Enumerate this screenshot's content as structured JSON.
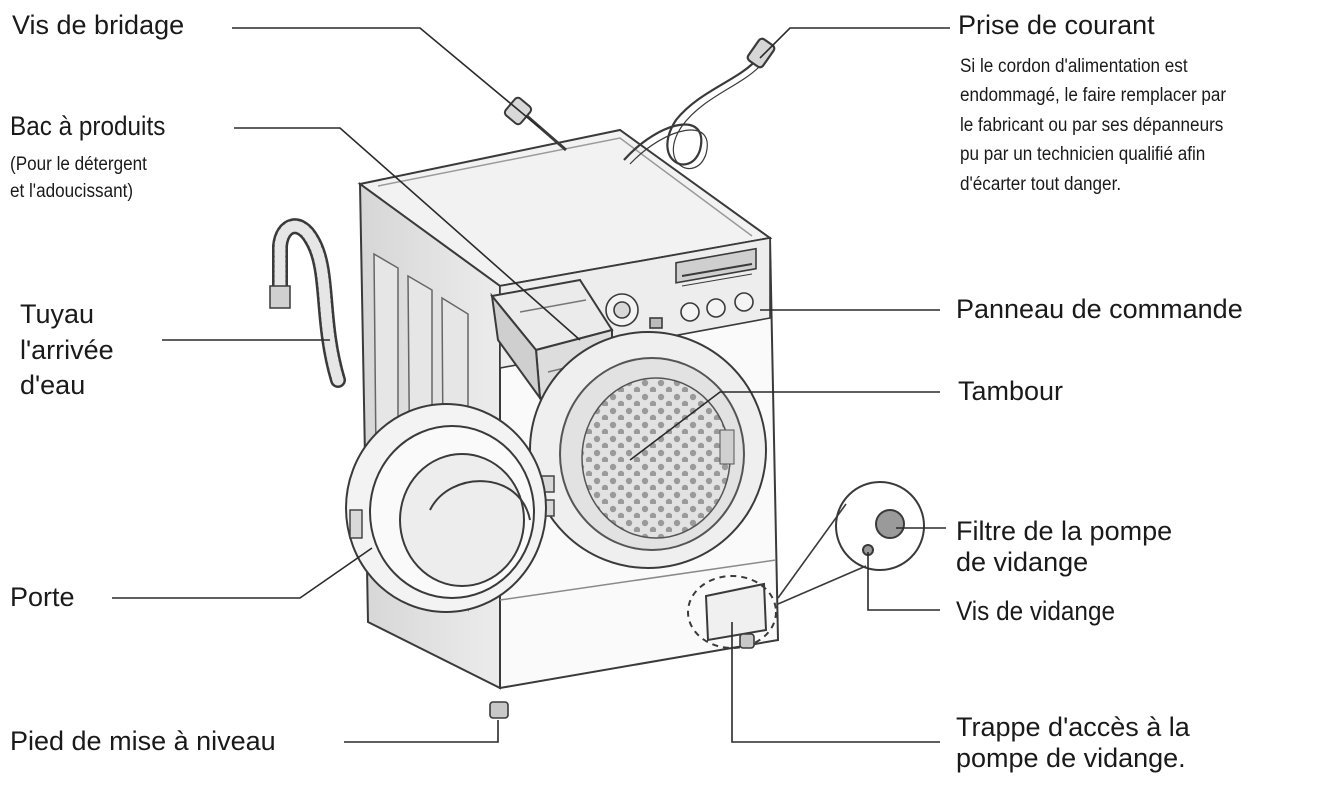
{
  "labels": {
    "vis_bridage": "Vis de bridage",
    "bac_produits": "Bac à produits",
    "bac_produits_note_1": "(Pour le détergent",
    "bac_produits_note_2": "et l'adoucissant)",
    "tuyau_1": "Tuyau",
    "tuyau_2": "l'arrivée",
    "tuyau_3": "d'eau",
    "porte": "Porte",
    "pied": "Pied de mise à niveau",
    "prise": "Prise de courant",
    "prise_note_1": "Si le cordon d'alimentation est",
    "prise_note_2": "endommagé, le faire remplacer par",
    "prise_note_3": "le fabricant ou par ses dépanneurs",
    "prise_note_4": "pu par un technicien qualifié afin",
    "prise_note_5": "d'écarter tout danger.",
    "panneau": "Panneau de commande",
    "tambour": "Tambour",
    "filtre_1": "Filtre de la pompe",
    "filtre_2": "de vidange",
    "vis_vidange": "Vis de vidange",
    "trappe_1": "Trappe d'accès à la",
    "trappe_2": "pompe de vidange."
  },
  "colors": {
    "line": "#2a2a2a",
    "machine_fill": "#f7f7f7",
    "machine_shade": "#dcdcdc",
    "text": "#1a1a1a"
  }
}
